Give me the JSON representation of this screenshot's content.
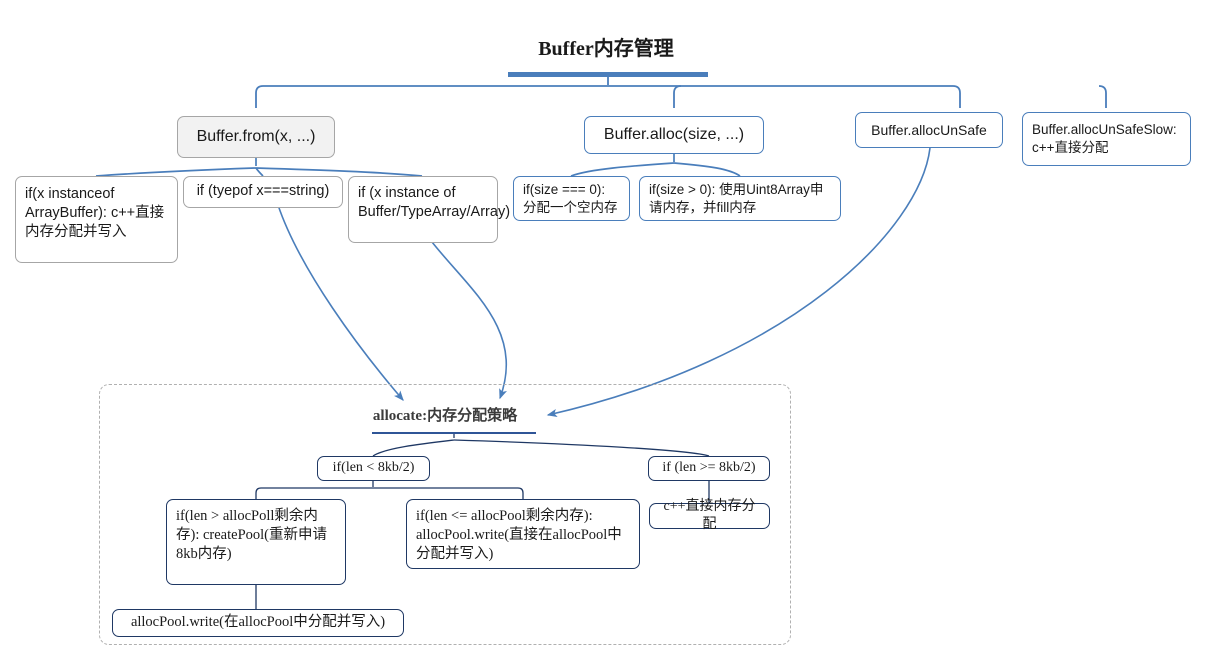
{
  "diagram": {
    "title": "Buffer内存管理",
    "group_title": "allocate:内存分配策略",
    "accent_blue": "#4a7ebb",
    "navy": "#1f3864",
    "gray_border": "#a6a6a6",
    "gray_fill": "#f2f2f2",
    "dashed_border": "#b0b0b0"
  },
  "nodes": {
    "buffer_from": "Buffer.from(x, ...)",
    "buffer_alloc": "Buffer.alloc(size, ...)",
    "buffer_alloc_unsafe": "Buffer.allocUnSafe",
    "buffer_alloc_unsafe_slow": "Buffer.allocUnSafeSlow:\nc++直接分配",
    "from_case_arraybuffer": "if(x instanceof ArrayBuffer):\nc++直接内存分配并写入",
    "from_case_string": "if (tyepof x===string)",
    "from_case_buffer": "if (x instance of Buffer/TypeArray/Array)",
    "alloc_case_zero": "if(size === 0):\n分配一个空内存",
    "alloc_case_positive": "if(size > 0): 使用Uint8Array申请内存，并fill内存",
    "len_lt": "if(len < 8kb/2)",
    "len_gte": "if (len >= 8kb/2)",
    "len_gt_pool": " if(len > allocPoll剩余内存):\ncreatePool(重新申请8kb内存)",
    "len_le_pool": "if(len <= allocPool剩余内存):\nallocPool.write(直接在allocPool中分配并写入)",
    "cpp_direct": "c++直接内存分配",
    "allocpool_write": "allocPool.write(在allocPool中分配并写入)"
  }
}
